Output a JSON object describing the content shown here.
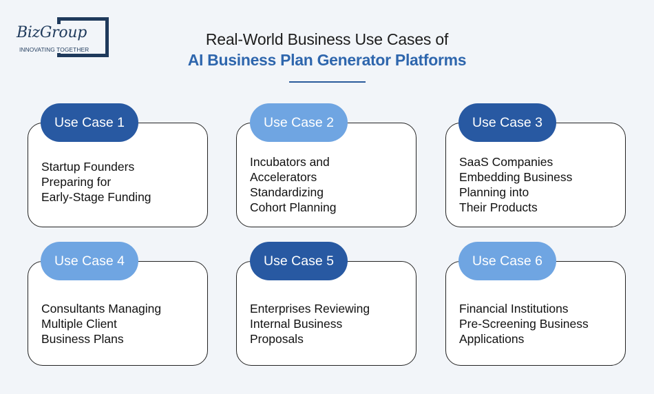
{
  "logo": {
    "name": "BizGroup",
    "tagline": "INNOVATING TOGETHER"
  },
  "header": {
    "title_line1": "Real-World Business Use Cases of",
    "title_line2": "AI Business Plan Generator Platforms"
  },
  "colors": {
    "dark_pill": "#2859a2",
    "light_pill": "#6fa5e2",
    "accent": "#2e66ad"
  },
  "use_cases": [
    {
      "label": "Use Case 1",
      "text": "Startup Founders\nPreparing for\nEarly-Stage Funding"
    },
    {
      "label": "Use Case 2",
      "text": "Incubators and\nAccelerators\nStandardizing\nCohort Planning"
    },
    {
      "label": "Use Case 3",
      "text": "SaaS Companies\nEmbedding Business\nPlanning into\nTheir Products"
    },
    {
      "label": "Use Case 4",
      "text": "Consultants Managing\nMultiple Client\nBusiness Plans"
    },
    {
      "label": "Use Case 5",
      "text": "Enterprises Reviewing\nInternal Business\nProposals"
    },
    {
      "label": "Use Case 6",
      "text": "Financial Institutions\nPre-Screening Business\nApplications"
    }
  ]
}
